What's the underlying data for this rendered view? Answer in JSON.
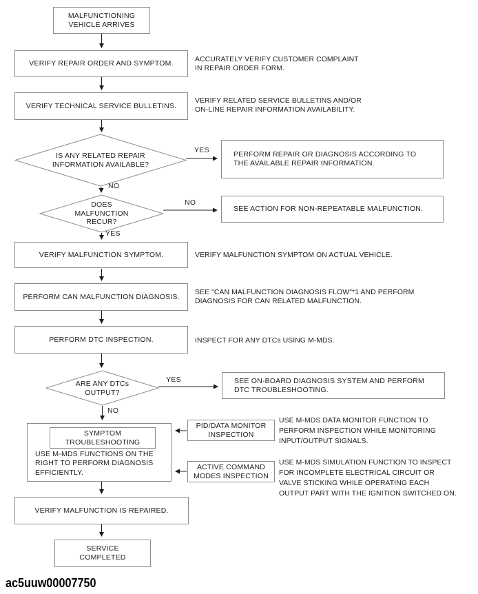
{
  "figure_code": "ac5uuw00007750",
  "colors": {
    "box_border": "#8c8c8c",
    "connector_line": "#1d1d1d",
    "text": "#1d1d1d",
    "background": "#ffffff"
  },
  "nodes": {
    "start": {
      "label": "MALFUNCTIONING\nVEHICLE ARRIVES"
    },
    "verify_repair_order": {
      "label": "VERIFY REPAIR ORDER AND SYMPTOM.",
      "note": "ACCURATELY VERIFY CUSTOMER COMPLAINT\nIN REPAIR ORDER FORM."
    },
    "verify_bulletins": {
      "label": "VERIFY TECHNICAL SERVICE BULLETINS.",
      "note": "VERIFY RELATED SERVICE BULLETINS AND/OR\nON-LINE REPAIR INFORMATION AVAILABILITY."
    },
    "decision_repair_info": {
      "question": "IS ANY RELATED REPAIR\nINFORMATION AVAILABLE?",
      "yes_label": "YES",
      "no_label": "NO",
      "yes_action": "PERFORM REPAIR OR DIAGNOSIS ACCORDING TO\nTHE AVAILABLE REPAIR INFORMATION."
    },
    "decision_recur": {
      "question": "DOES\nMALFUNCTION\nRECUR?",
      "no_label": "NO",
      "yes_label": "YES",
      "no_action": "SEE ACTION FOR NON-REPEATABLE MALFUNCTION."
    },
    "verify_symptom": {
      "label": "VERIFY MALFUNCTION SYMPTOM.",
      "note": "VERIFY MALFUNCTION SYMPTOM ON ACTUAL VEHICLE."
    },
    "can_diagnosis": {
      "label": "PERFORM CAN MALFUNCTION DIAGNOSIS.",
      "note": "SEE \"CAN MALFUNCTION DIAGNOSIS FLOW\"*1 AND PERFORM\nDIAGNOSIS FOR CAN RELATED MALFUNCTION."
    },
    "dtc_inspection": {
      "label": "PERFORM DTC INSPECTION.",
      "note": "INSPECT FOR ANY DTCs USING M-MDS."
    },
    "decision_dtc": {
      "question": "ARE ANY DTCs\nOUTPUT?",
      "yes_label": "YES",
      "no_label": "NO",
      "yes_action": "SEE ON-BOARD DIAGNOSIS SYSTEM AND PERFORM\nDTC TROUBLESHOOTING."
    },
    "symptom_troubleshooting": {
      "title": "SYMPTOM\nTROUBLESHOOTING",
      "body": "USE M-MDS FUNCTIONS ON THE\nRIGHT TO PERFORM DIAGNOSIS\nEFFICIENTLY."
    },
    "pid_monitor": {
      "label": "PID/DATA MONITOR\nINSPECTION",
      "note": "USE M-MDS DATA MONITOR FUNCTION TO\nPERFORM INSPECTION WHILE MONITORING\nINPUT/OUTPUT SIGNALS."
    },
    "active_command": {
      "label": "ACTIVE COMMAND\nMODES INSPECTION",
      "note": "USE M-MDS SIMULATION FUNCTION TO INSPECT\nFOR INCOMPLETE ELECTRICAL CIRCUIT OR\nVALVE STICKING WHILE OPERATING EACH\nOUTPUT PART WITH THE IGNITION SWITCHED ON."
    },
    "verify_repaired": {
      "label": "VERIFY MALFUNCTION IS REPAIRED."
    },
    "service_completed": {
      "label": "SERVICE\nCOMPLETED"
    }
  }
}
